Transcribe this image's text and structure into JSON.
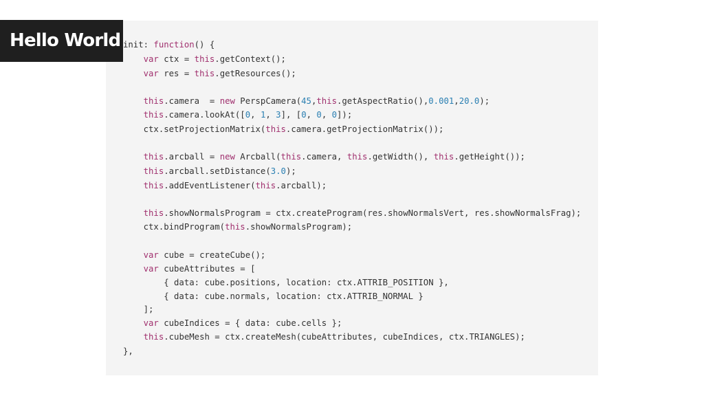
{
  "title": "Hello World",
  "colors": {
    "keyword": "#a0306e",
    "number": "#2a7fb2",
    "text": "#333333",
    "panel_background": "#f4f4f4",
    "badge_background": "#1f1f1f"
  },
  "code_lines": [
    [
      [
        "t",
        "init: "
      ],
      [
        "k",
        "function"
      ],
      [
        "t",
        "() {"
      ]
    ],
    [
      [
        "t",
        "    "
      ],
      [
        "k",
        "var"
      ],
      [
        "t",
        " ctx = "
      ],
      [
        "k",
        "this"
      ],
      [
        "t",
        ".getContext();"
      ]
    ],
    [
      [
        "t",
        "    "
      ],
      [
        "k",
        "var"
      ],
      [
        "t",
        " res = "
      ],
      [
        "k",
        "this"
      ],
      [
        "t",
        ".getResources();"
      ]
    ],
    [],
    [
      [
        "t",
        "    "
      ],
      [
        "k",
        "this"
      ],
      [
        "t",
        ".camera  = "
      ],
      [
        "k",
        "new"
      ],
      [
        "t",
        " PerspCamera("
      ],
      [
        "n",
        "45"
      ],
      [
        "t",
        ","
      ],
      [
        "k",
        "this"
      ],
      [
        "t",
        ".getAspectRatio(),"
      ],
      [
        "n",
        "0.001"
      ],
      [
        "t",
        ","
      ],
      [
        "n",
        "20.0"
      ],
      [
        "t",
        ");"
      ]
    ],
    [
      [
        "t",
        "    "
      ],
      [
        "k",
        "this"
      ],
      [
        "t",
        ".camera.lookAt(["
      ],
      [
        "n",
        "0"
      ],
      [
        "t",
        ", "
      ],
      [
        "n",
        "1"
      ],
      [
        "t",
        ", "
      ],
      [
        "n",
        "3"
      ],
      [
        "t",
        "], ["
      ],
      [
        "n",
        "0"
      ],
      [
        "t",
        ", "
      ],
      [
        "n",
        "0"
      ],
      [
        "t",
        ", "
      ],
      [
        "n",
        "0"
      ],
      [
        "t",
        "]);"
      ]
    ],
    [
      [
        "t",
        "    ctx.setProjectionMatrix("
      ],
      [
        "k",
        "this"
      ],
      [
        "t",
        ".camera.getProjectionMatrix());"
      ]
    ],
    [],
    [
      [
        "t",
        "    "
      ],
      [
        "k",
        "this"
      ],
      [
        "t",
        ".arcball = "
      ],
      [
        "k",
        "new"
      ],
      [
        "t",
        " Arcball("
      ],
      [
        "k",
        "this"
      ],
      [
        "t",
        ".camera, "
      ],
      [
        "k",
        "this"
      ],
      [
        "t",
        ".getWidth(), "
      ],
      [
        "k",
        "this"
      ],
      [
        "t",
        ".getHeight());"
      ]
    ],
    [
      [
        "t",
        "    "
      ],
      [
        "k",
        "this"
      ],
      [
        "t",
        ".arcball.setDistance("
      ],
      [
        "n",
        "3.0"
      ],
      [
        "t",
        ");"
      ]
    ],
    [
      [
        "t",
        "    "
      ],
      [
        "k",
        "this"
      ],
      [
        "t",
        ".addEventListener("
      ],
      [
        "k",
        "this"
      ],
      [
        "t",
        ".arcball);"
      ]
    ],
    [],
    [
      [
        "t",
        "    "
      ],
      [
        "k",
        "this"
      ],
      [
        "t",
        ".showNormalsProgram = ctx.createProgram(res.showNormalsVert, res.showNormalsFrag);"
      ]
    ],
    [
      [
        "t",
        "    ctx.bindProgram("
      ],
      [
        "k",
        "this"
      ],
      [
        "t",
        ".showNormalsProgram);"
      ]
    ],
    [],
    [
      [
        "t",
        "    "
      ],
      [
        "k",
        "var"
      ],
      [
        "t",
        " cube = createCube();"
      ]
    ],
    [
      [
        "t",
        "    "
      ],
      [
        "k",
        "var"
      ],
      [
        "t",
        " cubeAttributes = ["
      ]
    ],
    [
      [
        "t",
        "        { data: cube.positions, location: ctx.ATTRIB_POSITION },"
      ]
    ],
    [
      [
        "t",
        "        { data: cube.normals, location: ctx.ATTRIB_NORMAL }"
      ]
    ],
    [
      [
        "t",
        "    ];"
      ]
    ],
    [
      [
        "t",
        "    "
      ],
      [
        "k",
        "var"
      ],
      [
        "t",
        " cubeIndices = { data: cube.cells };"
      ]
    ],
    [
      [
        "t",
        "    "
      ],
      [
        "k",
        "this"
      ],
      [
        "t",
        ".cubeMesh = ctx.createMesh(cubeAttributes, cubeIndices, ctx.TRIANGLES);"
      ]
    ],
    [
      [
        "t",
        "},"
      ]
    ]
  ]
}
